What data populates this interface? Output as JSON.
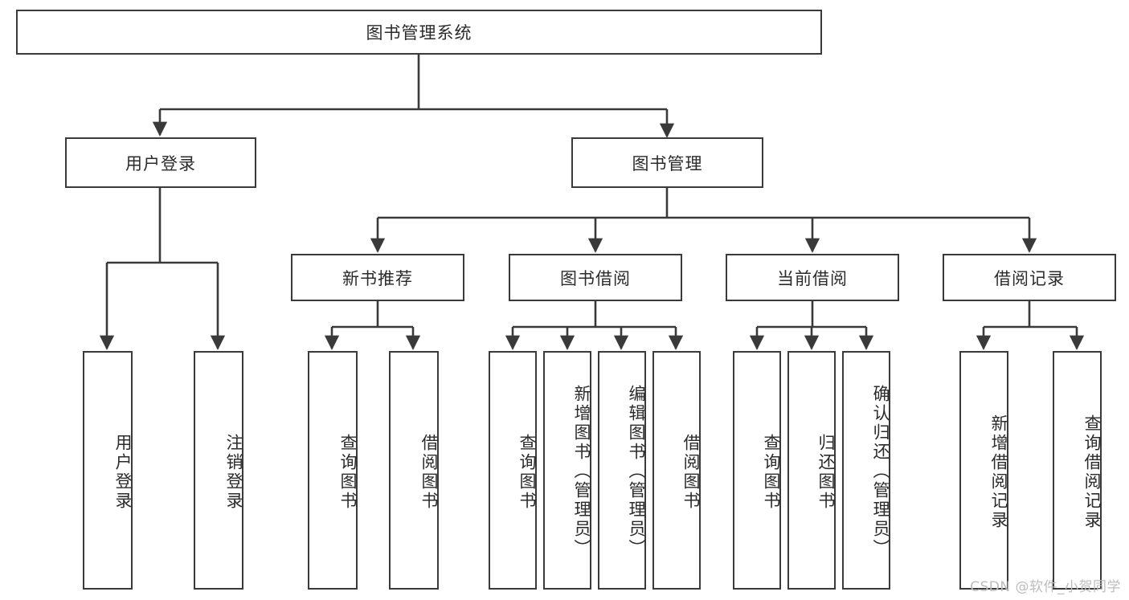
{
  "diagram": {
    "title": "图书管理系统",
    "watermark": "CSDN @软件_小贺同学",
    "line_color": "#3a3a3a",
    "box_fill": "#ffffff",
    "text_color": "#2b2b2b",
    "watermark_color": "#bdbdbd",
    "root": {
      "label": "图书管理系统"
    },
    "level2": [
      {
        "label": "用户登录"
      },
      {
        "label": "图书管理"
      }
    ],
    "level3": [
      {
        "label": "新书推荐"
      },
      {
        "label": "图书借阅"
      },
      {
        "label": "当前借阅"
      },
      {
        "label": "借阅记录"
      }
    ],
    "leaves": {
      "user_login": [
        {
          "label": "用户登录"
        },
        {
          "label": "注销登录"
        }
      ],
      "new_book": [
        {
          "label": "查询图书"
        },
        {
          "label": "借阅图书"
        }
      ],
      "book_borrow": [
        {
          "label": "查询图书"
        },
        {
          "label": "新增图书（管理员）"
        },
        {
          "label": "编辑图书（管理员）"
        },
        {
          "label": "借阅图书"
        }
      ],
      "current_borrow": [
        {
          "label": "查询图书"
        },
        {
          "label": "归还图书"
        },
        {
          "label": "确认归还（管理员）"
        }
      ],
      "borrow_record": [
        {
          "label": "新增借阅记录"
        },
        {
          "label": "查询借阅记录"
        }
      ]
    }
  }
}
